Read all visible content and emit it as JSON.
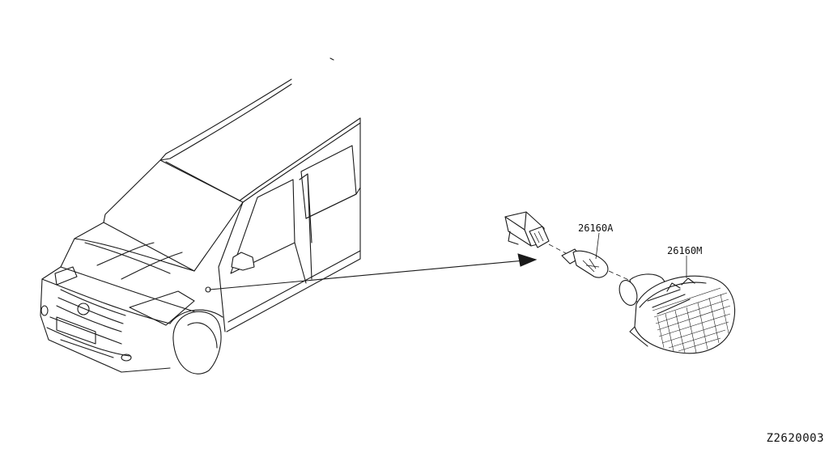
{
  "parts": [
    {
      "id": "bulb",
      "label": "26160A"
    },
    {
      "id": "side-lamp",
      "label": "26160M"
    }
  ],
  "reference_code": "Z2620003"
}
